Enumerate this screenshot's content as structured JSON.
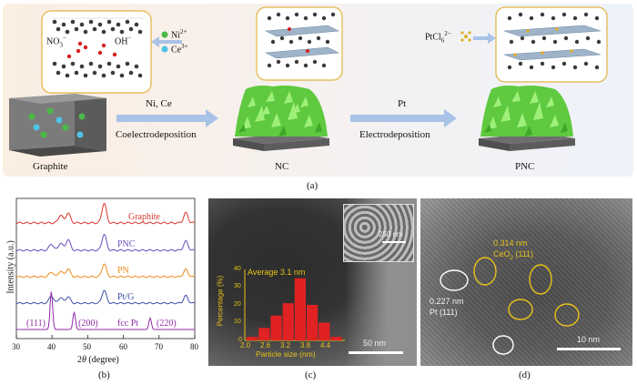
{
  "panel_a": {
    "caption": "(a)",
    "ions": {
      "no3": "NO",
      "no3_sub": "3",
      "no3_sup": "−",
      "oh": "OH",
      "oh_sup": "−",
      "ni": "Ni",
      "ni_sup": "2+",
      "ce": "Ce",
      "ce_sup": "3+",
      "ptcl": "PtCl",
      "ptcl_sub": "6",
      "ptcl_sup": "2−"
    },
    "step1": {
      "top": "Ni, Ce",
      "bottom": "Coelectrodeposition"
    },
    "step2": {
      "top": "Pt",
      "bottom": "Electrodeposition"
    },
    "labels": {
      "graphite": "Graphite",
      "nc": "NC",
      "pnc": "PNC"
    },
    "colors": {
      "ni": "#4cb848",
      "ce": "#4fc3e8",
      "o": "#d42020",
      "arrow": "#a9c3e8",
      "leaf": "#6cd64a"
    }
  },
  "panel_b": {
    "caption": "(b)",
    "xlabel_pre": "2",
    "xlabel_theta": "θ",
    "xlabel_post": " (degree)",
    "ylabel": "Intensity (a.u.)",
    "xticks": [
      "30",
      "40",
      "50",
      "60",
      "70",
      "80"
    ],
    "ref_peaks": [
      "(111)",
      "(200)",
      "fcc Pt",
      "(220)"
    ]
  },
  "chart_data": {
    "type": "line",
    "xlabel": "2θ (degree)",
    "ylabel": "Intensity (a.u.)",
    "xlim": [
      30,
      80
    ],
    "series": [
      {
        "name": "Graphite",
        "color": "#d9362c",
        "peaks": [
          [
            42.4,
            0.4
          ],
          [
            44.5,
            0.5
          ],
          [
            54.6,
            1.0
          ],
          [
            77.5,
            0.5
          ]
        ]
      },
      {
        "name": "PNC",
        "color": "#6a4dc0",
        "peaks": [
          [
            39.8,
            0.35
          ],
          [
            42.4,
            0.4
          ],
          [
            44.5,
            0.6
          ],
          [
            54.6,
            0.9
          ],
          [
            77.5,
            0.5
          ]
        ]
      },
      {
        "name": "PN",
        "color": "#ef8a1d",
        "peaks": [
          [
            39.8,
            0.3
          ],
          [
            42.4,
            0.35
          ],
          [
            44.5,
            0.5
          ],
          [
            54.6,
            0.8
          ],
          [
            77.5,
            0.45
          ]
        ]
      },
      {
        "name": "Pt/G",
        "color": "#3c4fa8",
        "peaks": [
          [
            39.8,
            0.45
          ],
          [
            42.4,
            0.35
          ],
          [
            44.5,
            0.4
          ],
          [
            54.6,
            0.8
          ],
          [
            77.5,
            0.45
          ]
        ]
      },
      {
        "name": "fcc Pt",
        "color": "#8f2aa6",
        "type": "reference",
        "peaks": [
          [
            39.8,
            1.0
          ],
          [
            46.2,
            0.45
          ],
          [
            67.5,
            0.3
          ]
        ]
      }
    ]
  },
  "panel_c": {
    "caption": "(c)",
    "scale_main": "50 nm",
    "scale_inset": "250 nm",
    "hist_title": "Average 3.1 nm",
    "hist_xlabel": "Particle size (nm)",
    "hist_ylabel": "Percentage (%)",
    "hist_yticks": [
      "40",
      "30",
      "20",
      "10",
      "0"
    ],
    "hist_xticks": [
      "2.0",
      "2.6",
      "3.2",
      "3.8",
      "4.4"
    ],
    "hist_values": [
      2,
      7,
      14,
      21,
      35,
      20,
      10,
      2
    ],
    "hist_color": "#e02222"
  },
  "panel_d": {
    "caption": "(d)",
    "ceo_a": "0.314 nm",
    "ceo_b": "CeO",
    "ceo_sub": "2",
    "ceo_c": " (111)",
    "pt_a": "0.227 nm",
    "pt_b": "Pt (111)",
    "scale": "10 nm"
  }
}
